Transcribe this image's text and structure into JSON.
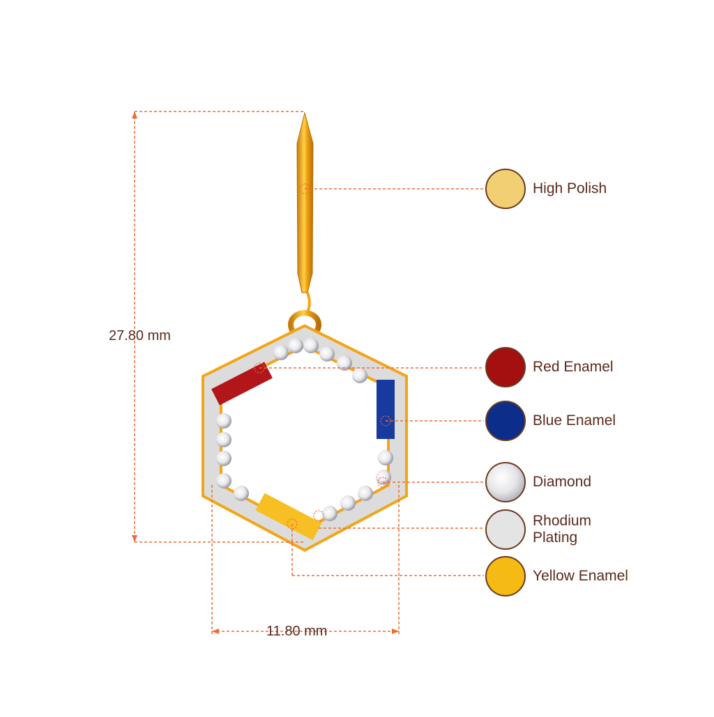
{
  "dimensions": {
    "height": "27.80 mm",
    "width": "11.80 mm"
  },
  "legend": [
    {
      "label": "High Polish",
      "color": "#f3cf74",
      "kind": "solid"
    },
    {
      "label": "Red Enamel",
      "color": "#a40f10",
      "kind": "solid"
    },
    {
      "label": "Blue Enamel",
      "color": "#0d2d8a",
      "kind": "solid"
    },
    {
      "label": "Diamond",
      "color": "#f4f4f4",
      "kind": "diamond"
    },
    {
      "label": "Rhodium Plating",
      "color": "#e4e4e4",
      "kind": "solid"
    },
    {
      "label": "Yellow Enamel",
      "color": "#f5bb14",
      "kind": "solid"
    }
  ],
  "colors": {
    "guide": "#f06a33",
    "gold": "#f2a516",
    "gold_dark": "#c77a08",
    "text": "#5a2a1a"
  }
}
